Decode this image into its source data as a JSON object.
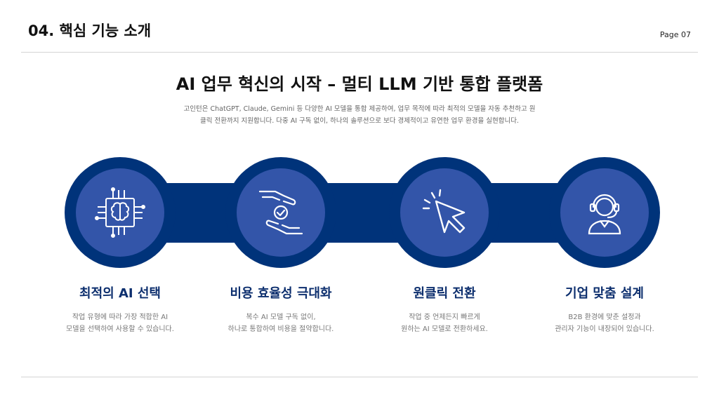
{
  "header": {
    "section_title": "04. 핵심 기능 소개",
    "page_label": "Page 07"
  },
  "main": {
    "headline": "AI 업무 혁신의 시작 – 멀티 LLM 기반 통합 플랫폼",
    "intro": [
      "고인턴은 ChatGPT, Claude, Gemini 등 다양한 AI 모델을 통합 제공하여, 업무 목적에 따라 최적의 모델을 자동 추천하고 원",
      "클릭 전환까지 지원합니다. 다중 AI 구독 없이, 하나의 솔루션으로 보다 경제적이고 유연한 업무 환경을 실현합니다."
    ]
  },
  "features": [
    {
      "icon": "ai-chip-brain-icon",
      "title": "최적의 AI 선택",
      "desc": [
        "작업 유형에 따라 가장 적합한 AI",
        "모델을 선택하여 사용할 수 있습니다."
      ]
    },
    {
      "icon": "hands-check-icon",
      "title": "비용 효율성 극대화",
      "desc": [
        "복수 AI 모델 구독 없이,",
        "하나로 통합하여 비용을 절약합니다."
      ]
    },
    {
      "icon": "cursor-click-icon",
      "title": "원클릭 전환",
      "desc": [
        "작업 중 언제든지 빠르게",
        "원하는 AI 모델로 전환하세요."
      ]
    },
    {
      "icon": "headset-agent-icon",
      "title": "기업 맞춤 설계",
      "desc": [
        "B2B 환경에 맞춘 설정과",
        "관리자 기능이 내장되어 있습니다."
      ]
    }
  ],
  "colors": {
    "outer": "#00337a",
    "inner": "#3355a9",
    "title": "#0d2f6e"
  }
}
